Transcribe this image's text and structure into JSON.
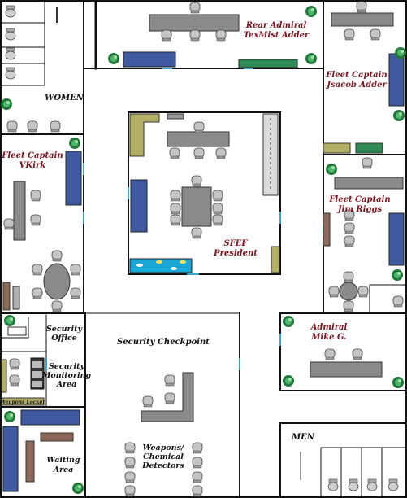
{
  "labels": {
    "rear_admiral": [
      "Rear Admiral",
      "TexMist Adder"
    ],
    "fleet_captain_jsaab": [
      "Fleet Captain",
      "Jsacob Adder"
    ],
    "fleet_captain_vkirk": [
      "Fleet Captain",
      "VKirk"
    ],
    "fleet_captain_riggs": [
      "Fleet Captain",
      "Jim Riggs"
    ],
    "president": [
      "SFEF",
      "President"
    ],
    "women": "WOMEN",
    "men": "MEN",
    "security_office": [
      "Security",
      "Office"
    ],
    "security_monitoring": [
      "Security",
      "Monitoring",
      "Area"
    ],
    "weapons_locker": "Weapons Locker",
    "security_checkpoint": "Security Checkpoint",
    "admiral_mike": [
      "Admiral",
      "Mike G."
    ],
    "weapons_detectors": [
      "Weapons/",
      "Chemical",
      "Detectors"
    ],
    "waiting_area": [
      "Waiting",
      "Area"
    ]
  },
  "colors": {
    "wall": "#111111",
    "desk": "#8a8a8a",
    "chair": "#bdbdbd",
    "sofa_blue": "#3f5aa0",
    "olive": "#b3b065",
    "green": "#2f8a55",
    "brown": "#8c6a5a",
    "aquarium": "#1aa6d6",
    "label_red": "#7a1420"
  }
}
